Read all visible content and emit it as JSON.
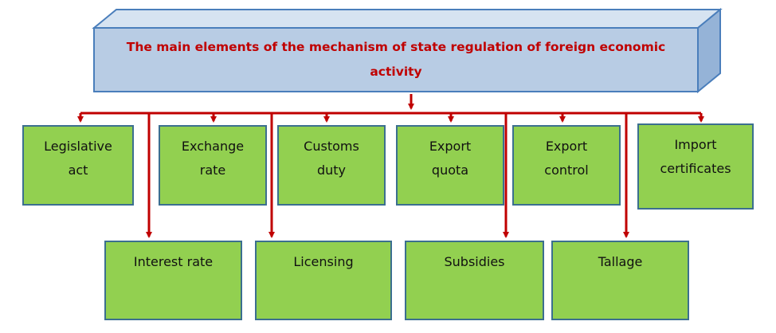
{
  "title": "The main elements of the mechanism of state regulation of foreign economic activity",
  "colors": {
    "header_face": "#b8cce4",
    "header_top": "#d6e3f1",
    "header_side": "#95b3d7",
    "header_border": "#4a7ebb",
    "header_text": "#c00000",
    "box_fill": "#92d050",
    "box_border": "#3b6f8f",
    "connector": "#c00000"
  },
  "top_row": [
    {
      "lines": [
        "Legislative",
        "act"
      ]
    },
    {
      "lines": [
        "Exchange",
        "rate"
      ]
    },
    {
      "lines": [
        "Customs",
        "duty"
      ]
    },
    {
      "lines": [
        "Export",
        "quota"
      ]
    },
    {
      "lines": [
        "Export",
        "control"
      ]
    },
    {
      "lines": [
        "Import",
        "certificates"
      ]
    }
  ],
  "bottom_row": [
    {
      "lines": [
        "Interest rate"
      ]
    },
    {
      "lines": [
        "Licensing"
      ]
    },
    {
      "lines": [
        "Subsidies"
      ]
    },
    {
      "lines": [
        "Tallage"
      ]
    }
  ]
}
